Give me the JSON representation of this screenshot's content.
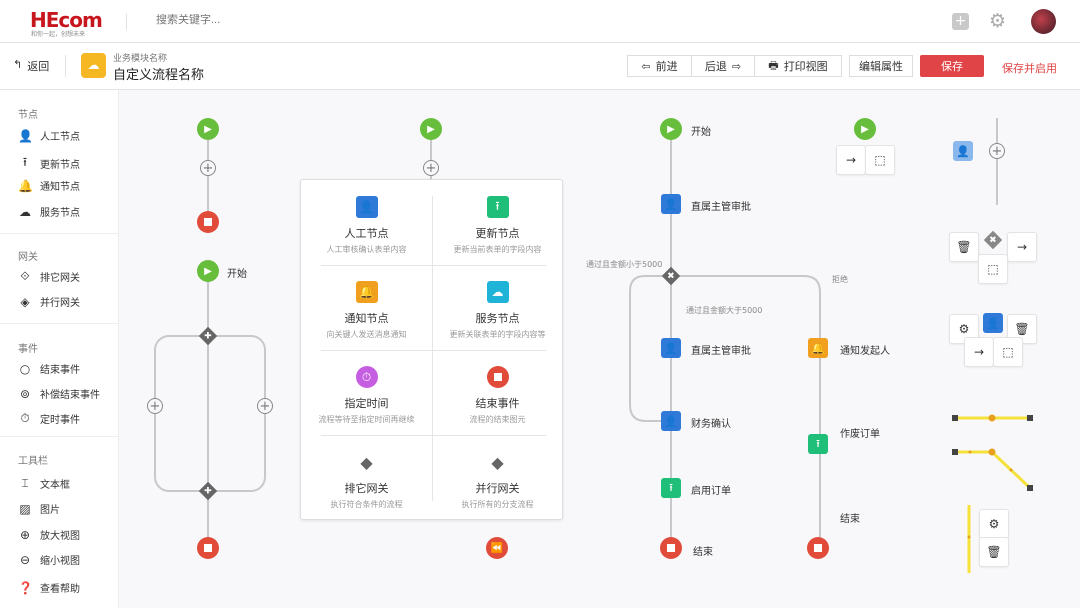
{
  "header": {
    "logo": "HEcom",
    "slogan": "和你一起，创想未来",
    "search_placeholder": "搜索关键字..."
  },
  "subbar": {
    "back": "返回",
    "module": "业务模块名称",
    "title": "自定义流程名称",
    "forward": "前进",
    "backward": "后退",
    "print": "打印视图",
    "edit_props": "编辑属性",
    "save": "保存",
    "save_enable": "保存并启用"
  },
  "sidebar": {
    "sections": [
      {
        "title": "节点",
        "items": [
          {
            "label": "人工节点",
            "icon": "person-icon"
          },
          {
            "label": "更新节点",
            "icon": "upload-icon"
          },
          {
            "label": "通知节点",
            "icon": "bell-icon"
          },
          {
            "label": "服务节点",
            "icon": "cloud-lock-icon"
          }
        ]
      },
      {
        "title": "网关",
        "items": [
          {
            "label": "排它网关",
            "icon": "exclusive-gateway-icon"
          },
          {
            "label": "并行网关",
            "icon": "parallel-gateway-icon"
          }
        ]
      },
      {
        "title": "事件",
        "items": [
          {
            "label": "结束事件",
            "icon": "circle-icon"
          },
          {
            "label": "补偿结束事件",
            "icon": "rewind-circle-icon"
          },
          {
            "label": "定时事件",
            "icon": "timer-icon"
          }
        ]
      },
      {
        "title": "工具栏",
        "items": [
          {
            "label": "文本框",
            "icon": "textbox-icon"
          },
          {
            "label": "图片",
            "icon": "image-icon"
          },
          {
            "label": "放大视图",
            "icon": "zoom-in-icon"
          },
          {
            "label": "缩小视图",
            "icon": "zoom-out-icon"
          },
          {
            "label": "查看帮助",
            "icon": "help-icon"
          }
        ]
      }
    ]
  },
  "palette": [
    {
      "title": "人工节点",
      "desc": "人工审核确认表单内容",
      "color": "#2f7ad8",
      "icon": "person-icon"
    },
    {
      "title": "更新节点",
      "desc": "更新当前表单的字段内容",
      "color": "#1fbf7a",
      "icon": "upload-icon"
    },
    {
      "title": "通知节点",
      "desc": "向关键人发送消息通知",
      "color": "#f0a01e",
      "icon": "bell-icon"
    },
    {
      "title": "服务节点",
      "desc": "更新关联表单的字段内容等",
      "color": "#1fb3d8",
      "icon": "cloud-lock-icon"
    },
    {
      "title": "指定时间",
      "desc": "流程等待至指定时间再继续",
      "color": "#c55ee0",
      "icon": "timer-icon"
    },
    {
      "title": "结束事件",
      "desc": "流程的结束图元",
      "color": "#e04b3a",
      "icon": "stop-icon"
    },
    {
      "title": "排它网关",
      "desc": "执行符合条件的流程",
      "color": "#666666",
      "icon": "exclusive-gateway-icon"
    },
    {
      "title": "并行网关",
      "desc": "执行所有的分支流程",
      "color": "#666666",
      "icon": "parallel-gateway-icon"
    }
  ],
  "flow": {
    "start": "开始",
    "start2": "开始",
    "approve1": "直属主管审批",
    "cond_lt": "通过且金额小于5000",
    "cond_gt": "通过且金额大于5000",
    "reject": "拒绝",
    "approve2": "直属主管审批",
    "notify": "通知发起人",
    "finance": "财务确认",
    "void": "作废订单",
    "enable": "启用订单",
    "end": "结束",
    "end2": "结束"
  },
  "colors": {
    "primary": "#e04446",
    "start": "#67bd3c",
    "end": "#e04b3a",
    "person": "#2f7ad8",
    "update": "#1fbf7a",
    "notify": "#f0a01e",
    "selected_line": "#f5e13a"
  }
}
